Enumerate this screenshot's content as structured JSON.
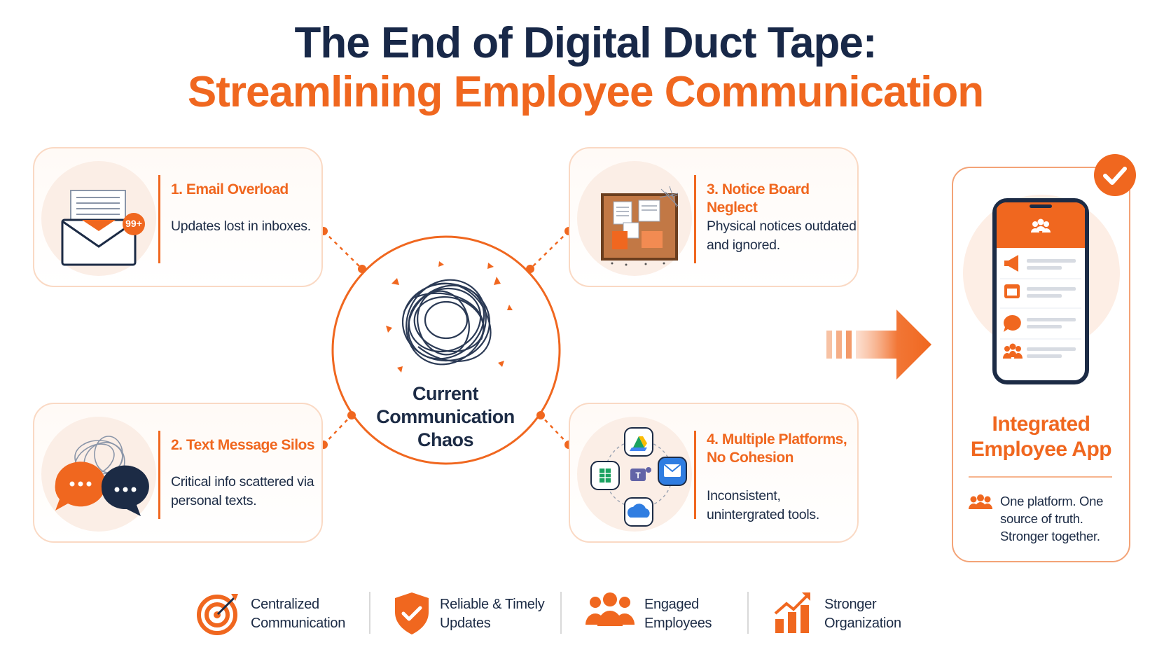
{
  "title": {
    "line1": "The End of Digital Duct Tape:",
    "line2": "Streamlining Employee Communication"
  },
  "hub": {
    "label": "Current Communication Chaos",
    "icon": "tangled-knot-icon"
  },
  "problems": [
    {
      "title": "1. Email Overload",
      "description": "Updates lost in inboxes.",
      "icon": "email-envelope-icon",
      "badge": "99+"
    },
    {
      "title": "2. Text Message Silos",
      "description": "Critical info scattered via personal texts.",
      "icon": "chat-bubbles-icon"
    },
    {
      "title": "3. Notice Board Neglect",
      "description": "Physical notices outdated and ignored.",
      "icon": "notice-board-icon"
    },
    {
      "title": "4. Multiple Platforms, No Cohesion",
      "description": "Inconsistent, unintergrated tools.",
      "icon": "platforms-cluster-icon"
    }
  ],
  "solution": {
    "title": "Integrated Employee App",
    "tagline": "One platform. One source of truth. Stronger together.",
    "icon": "smartphone-app-icon"
  },
  "benefits": [
    {
      "label": "Centralized Communication",
      "icon": "target-icon"
    },
    {
      "label": "Reliable & Timely Updates",
      "icon": "shield-check-icon"
    },
    {
      "label": "Engaged Employees",
      "icon": "people-group-icon"
    },
    {
      "label": "Stronger Organization",
      "icon": "growth-chart-icon"
    }
  ],
  "colors": {
    "accent": "#f0671f",
    "navy": "#182848",
    "card_border": "#fad9c4"
  }
}
